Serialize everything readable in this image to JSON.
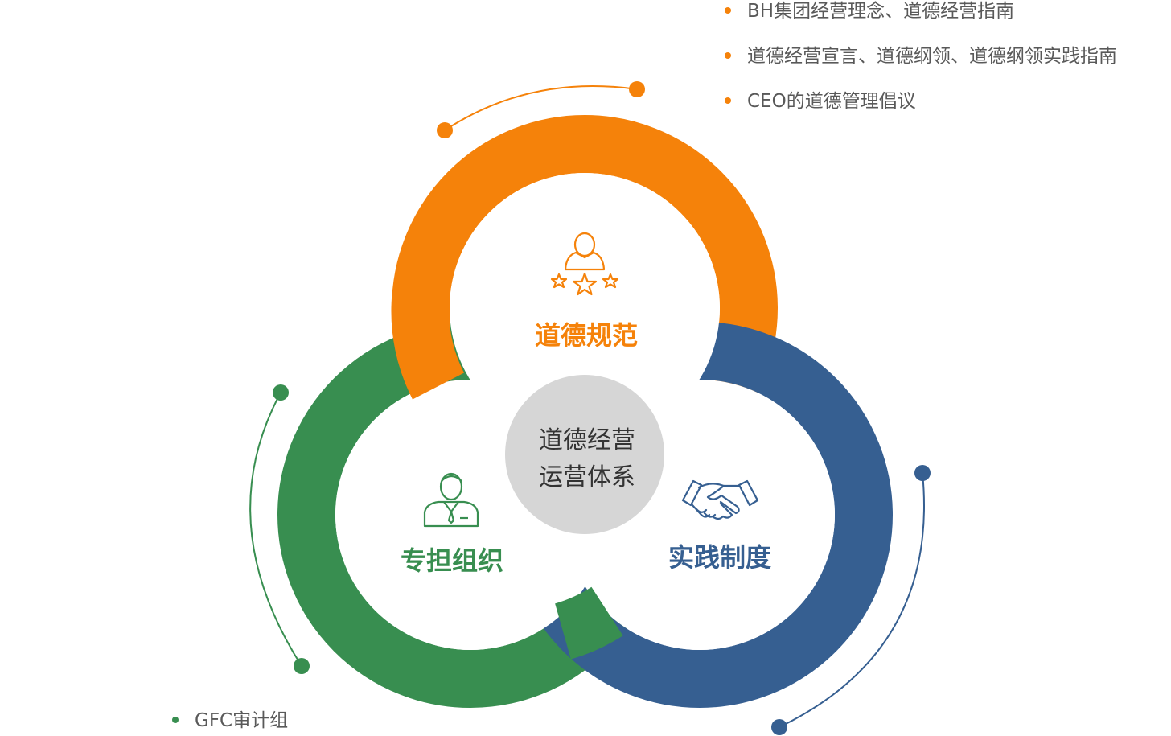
{
  "colors": {
    "orange": "#F5820A",
    "green": "#388E50",
    "blue": "#365F91",
    "center": "#D6D6D6",
    "text_gray": "#595959"
  },
  "center": {
    "line1": "道德经营",
    "line2": "运营体系"
  },
  "rings": {
    "top": {
      "label": "道德规范",
      "icon": "person-stars-icon"
    },
    "left": {
      "label": "专担组织",
      "icon": "businessman-icon"
    },
    "right": {
      "label": "实践制度",
      "icon": "handshake-icon"
    }
  },
  "lists": {
    "orange": [
      "BH集团经营理念、道德经营指南",
      "道德经营宣言、道德纲领、道德纲领实践指南",
      "CEO的道德管理倡议"
    ],
    "green": [
      "GFC审计组"
    ]
  }
}
